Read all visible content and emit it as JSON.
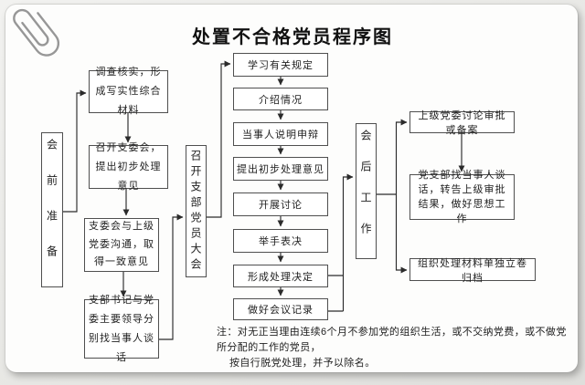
{
  "title": "处置不合格党员程序图",
  "lanes": {
    "pre": "会前准备",
    "meeting": "召开支部党员大会",
    "post": "会后工作"
  },
  "pre_steps": [
    {
      "text": "调查核实，形成写实性综合材料"
    },
    {
      "text": "召开支委会，提出初步处理意见"
    },
    {
      "text": "支委会与上级党委沟通，取得一致意见"
    },
    {
      "text": "支部书记与党委主要领导分别找当事人谈话"
    }
  ],
  "meeting_steps": [
    {
      "text": "学习有关规定"
    },
    {
      "text": "介绍情况"
    },
    {
      "text": "当事人说明申辩"
    },
    {
      "text": "提出初步处理意见"
    },
    {
      "text": "开展讨论"
    },
    {
      "text": "举手表决"
    },
    {
      "text": "形成处理决定"
    },
    {
      "text": "做好会议记录"
    }
  ],
  "post_steps": [
    {
      "text": "上级党委讨论审批或备案"
    },
    {
      "text": "党支部找当事人谈话，转告上级审批结果，做好思想工作"
    },
    {
      "text": "组织处理材料单独立卷归档"
    }
  ],
  "note": {
    "line1": "注：对无正当理由连续6个月不参加党的组织生活，或不交纳党费，或不做党所分配的工作的党员，",
    "line2": "按自行脱党处理，并予以除名。"
  },
  "colors": {
    "line": "#2b2b2b",
    "box_border": "#4f4f4f",
    "text": "#1f1f1f",
    "card_bg": "#fdfdfc",
    "page_bg": "#e7e7e4",
    "paperclip": "#979797"
  }
}
